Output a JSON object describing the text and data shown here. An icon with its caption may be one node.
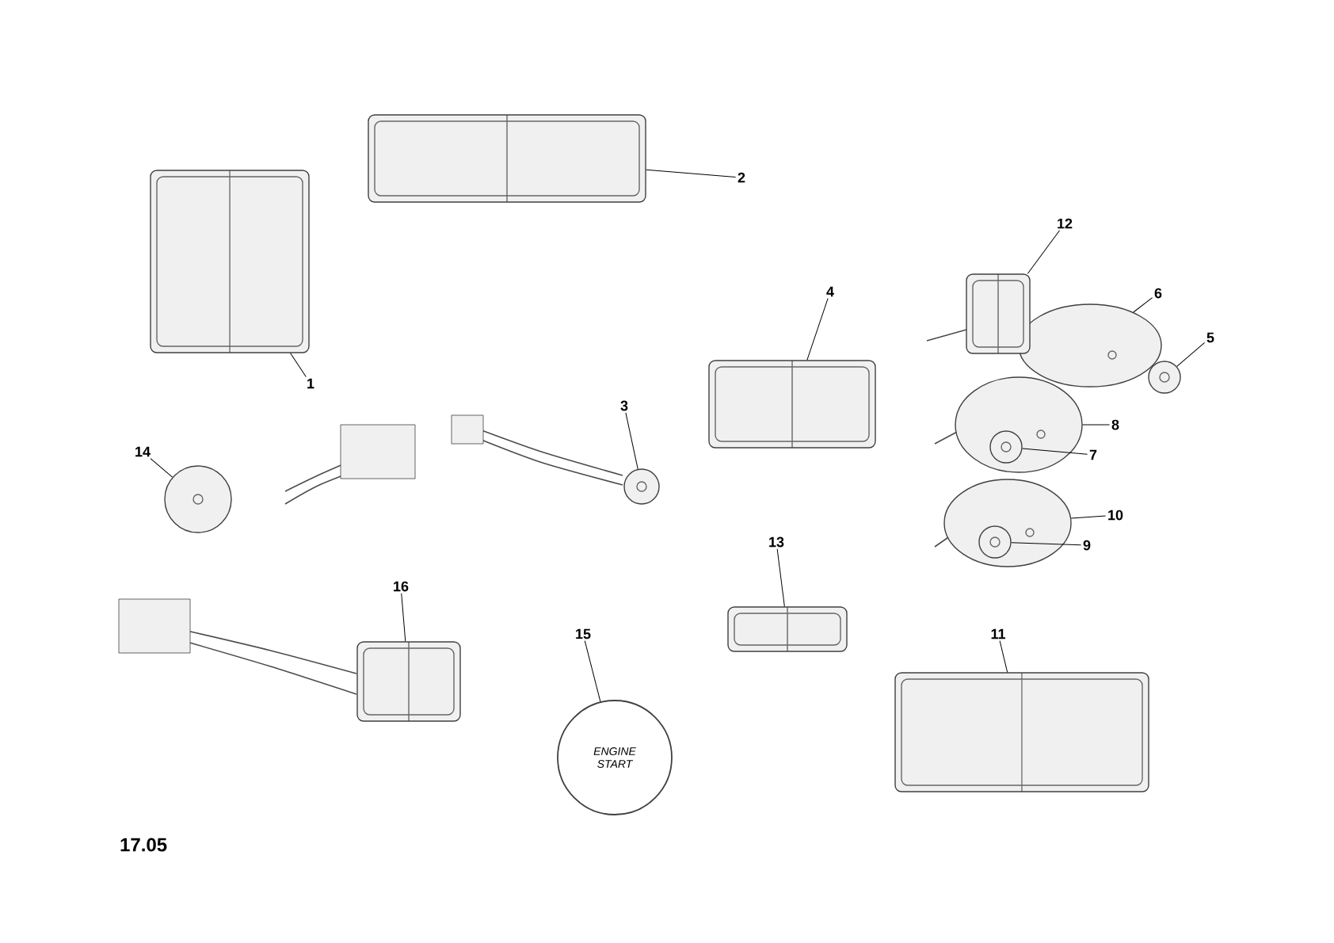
{
  "diagram": {
    "nodes": [
      {
        "text": [
          "1"
        ]
      },
      {
        "text": [
          "2"
        ]
      },
      {
        "text": [
          "3"
        ]
      },
      {
        "text": [
          "4"
        ]
      },
      {
        "text": [
          "5"
        ]
      },
      {
        "text": [
          "6"
        ]
      },
      {
        "text": [
          "7"
        ]
      },
      {
        "text": [
          "8"
        ]
      },
      {
        "text": [
          "9"
        ]
      },
      {
        "text": [
          "10"
        ]
      },
      {
        "text": [
          "11"
        ]
      },
      {
        "text": [
          "12"
        ]
      },
      {
        "text": [
          "13"
        ]
      },
      {
        "text": [
          "14"
        ]
      },
      {
        "text": [
          "15"
        ]
      },
      {
        "text": [
          "16"
        ]
      },
      {
        "text": [],
        "shape": "picture"
      },
      {
        "text": [],
        "shape": "picture"
      },
      {
        "text": [],
        "shape": "picture"
      },
      {
        "text": [],
        "shape": "picture"
      },
      {
        "text": [],
        "shape": "picture"
      },
      {
        "text": [],
        "shape": "picture"
      },
      {
        "text": [],
        "shape": "picture",
        "in": 23
      },
      {
        "text": [],
        "shape": "picture"
      },
      {
        "text": [],
        "shape": "picture",
        "in": 25
      },
      {
        "text": [],
        "shape": "picture"
      },
      {
        "text": [],
        "shape": "picture"
      },
      {
        "text": [],
        "shape": "picture"
      },
      {
        "text": [],
        "shape": "picture"
      },
      {
        "text": [],
        "shape": "picture"
      },
      {
        "text": [
          "ENGINE START"
        ]
      },
      {
        "text": [],
        "shape": "picture"
      }
    ],
    "edges": [
      {
        "from": 0,
        "to": 16,
        "arrow": "none"
      },
      {
        "from": 1,
        "to": 17,
        "arrow": "none"
      },
      {
        "from": 2,
        "to": 18,
        "arrow": "none"
      },
      {
        "from": 3,
        "to": 19,
        "arrow": "none"
      },
      {
        "from": 4,
        "to": 20,
        "arrow": "none"
      },
      {
        "from": 5,
        "to": 21,
        "arrow": "none"
      },
      {
        "from": 6,
        "to": 22,
        "arrow": "none"
      },
      {
        "from": 7,
        "to": 23,
        "arrow": "none"
      },
      {
        "from": 8,
        "to": 24,
        "arrow": "none"
      },
      {
        "from": 9,
        "to": 25,
        "arrow": "none"
      },
      {
        "from": 10,
        "to": 26,
        "arrow": "none"
      },
      {
        "from": 11,
        "to": 27,
        "arrow": "none"
      },
      {
        "from": 12,
        "to": 28,
        "arrow": "none"
      },
      {
        "from": 13,
        "to": 29,
        "arrow": "none"
      },
      {
        "from": 14,
        "to": 30,
        "arrow": "none"
      },
      {
        "from": 15,
        "to": 31,
        "arrow": "none"
      }
    ],
    "labels": [
      "17.05"
    ]
  }
}
